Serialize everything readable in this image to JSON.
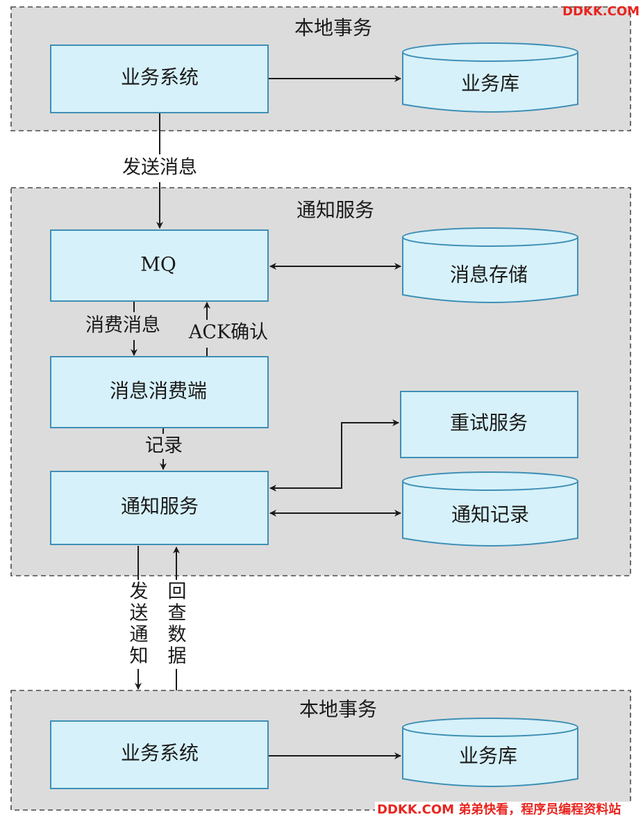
{
  "watermark": {
    "top": "DDKK.COM",
    "bottom": "DDKK.COM 弟弟快看，程序员编程资料站"
  },
  "groups": {
    "local_top": "本地事务",
    "notify": "通知服务",
    "local_bottom": "本地事务"
  },
  "nodes": {
    "biz_system_top": "业务系统",
    "biz_db_top": "业务库",
    "mq": "MQ",
    "msg_store": "消息存储",
    "consumer": "消息消费端",
    "retry_service": "重试服务",
    "notify_service": "通知服务",
    "notify_record": "通知记录",
    "biz_system_bottom": "业务系统",
    "biz_db_bottom": "业务库"
  },
  "edge_labels": {
    "send_message": "发送消息",
    "consume_message": "消费消息",
    "ack_confirm": "ACK确认",
    "record": "记录",
    "send_notification": [
      "发",
      "送",
      "通",
      "知"
    ],
    "query_back": [
      "回",
      "查",
      "数",
      "据"
    ]
  },
  "colors": {
    "group_fill": "#dcdcdc",
    "node_fill": "#d6f1fa",
    "node_stroke": "#3e8fb5",
    "watermark": "#e8251f"
  }
}
